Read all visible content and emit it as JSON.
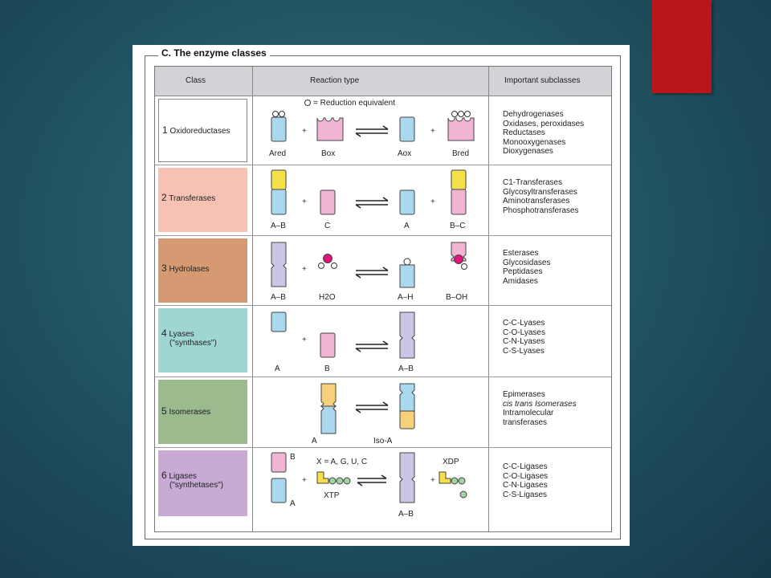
{
  "heading": "C. The enzyme classes",
  "headers": {
    "class": "Class",
    "reaction": "Reaction type",
    "subclasses": "Important subclasses"
  },
  "legend": "= Reduction equivalent",
  "colors": {
    "oxidoreductases": "#ffffff",
    "transferases": "#f7c2b3",
    "hydrolases": "#d69a73",
    "lyases": "#9fd6d2",
    "isomerases": "#9bba8e",
    "ligases": "#c9aad4"
  },
  "classes": [
    {
      "num": "1",
      "name": "Oxidoreductases",
      "sub": "",
      "labels": [
        "Ared",
        "Box",
        "Aox",
        "Bred"
      ],
      "subclasses": [
        "Dehydrogenases",
        "Oxidases, peroxidases",
        "Reductases",
        "Monooxygenases",
        "Dioxygenases"
      ]
    },
    {
      "num": "2",
      "name": "Transferases",
      "sub": "",
      "labels": [
        "A–B",
        "C",
        "A",
        "B–C"
      ],
      "subclasses": [
        "C1-Transferases",
        "Glycosyltransferases",
        "Aminotransferases",
        "Phosphotransferases"
      ]
    },
    {
      "num": "3",
      "name": "Hydrolases",
      "sub": "",
      "labels": [
        "A–B",
        "H2O",
        "A–H",
        "B–OH"
      ],
      "subclasses": [
        "Esterases",
        "Glycosidases",
        "Peptidases",
        "Amidases"
      ]
    },
    {
      "num": "4",
      "name": "Lyases",
      "sub": "(\"synthases\")",
      "labels": [
        "A",
        "B",
        "A–B"
      ],
      "subclasses": [
        "C-C-Lyases",
        "C-O-Lyases",
        "C-N-Lyases",
        "C-S-Lyases"
      ]
    },
    {
      "num": "5",
      "name": "Isomerases",
      "sub": "",
      "labels": [
        "A",
        "Iso-A"
      ],
      "subclasses": [
        "Epimerases",
        "cis trans Isomerases",
        "Intramolecular",
        "transferases"
      ]
    },
    {
      "num": "6",
      "name": "Ligases",
      "sub": "(\"synthetases\")",
      "labels": [
        "B",
        "A",
        "X = A, G, U, C",
        "XTP",
        "A–B",
        "XDP"
      ],
      "subclasses": [
        "C-C-Ligases",
        "C-O-Ligases",
        "C-N-Ligases",
        "C-S-Ligases"
      ]
    }
  ]
}
